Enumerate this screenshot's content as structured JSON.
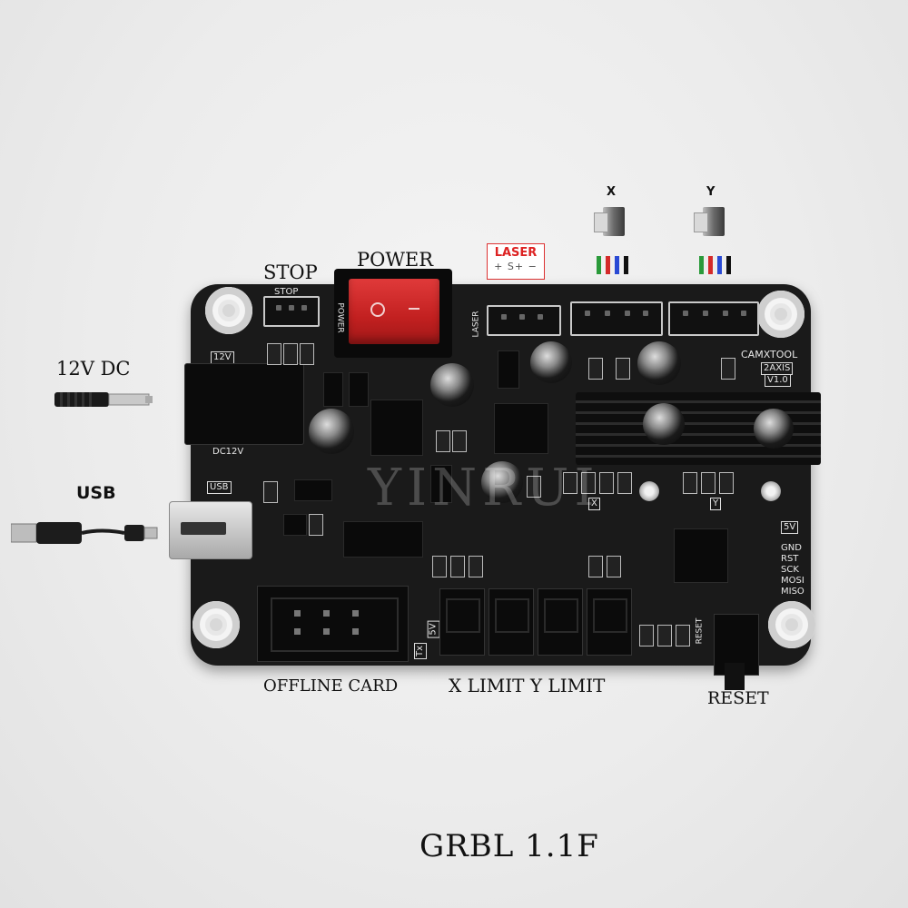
{
  "labels": {
    "stop": "STOP",
    "power": "POWER",
    "dc": "12V DC",
    "usb": "USB",
    "offline_card": "OFFLINE CARD",
    "limits": "X LIMIT Y LIMIT",
    "reset": "RESET",
    "firmware": "GRBL 1.1F",
    "motor_x": "X",
    "motor_y": "Y"
  },
  "laser_badge": {
    "title": "LASER",
    "pins": "+ S+ −"
  },
  "silkscreen": {
    "stop": "STOP",
    "v12": "12V",
    "dc12v": "DC12V",
    "usb": "USB",
    "laser": "LASER",
    "brand": "CAMXTOOL",
    "axis": "2AXIS",
    "version": "V1.0",
    "v5": "5V",
    "isp": [
      "GND",
      "RST",
      "SCK",
      "MOSI",
      "MISO"
    ],
    "tx": "Tx",
    "v5b": "5V",
    "reset": "RESET",
    "x": "X",
    "y": "Y",
    "power": "POWER"
  },
  "watermark": "YINRUI",
  "colors": {
    "wire_green": "#2a9a3a",
    "wire_red": "#d42a2a",
    "wire_blue": "#2a4ad4",
    "wire_black": "#111111",
    "switch_red": "#d02a2a"
  }
}
